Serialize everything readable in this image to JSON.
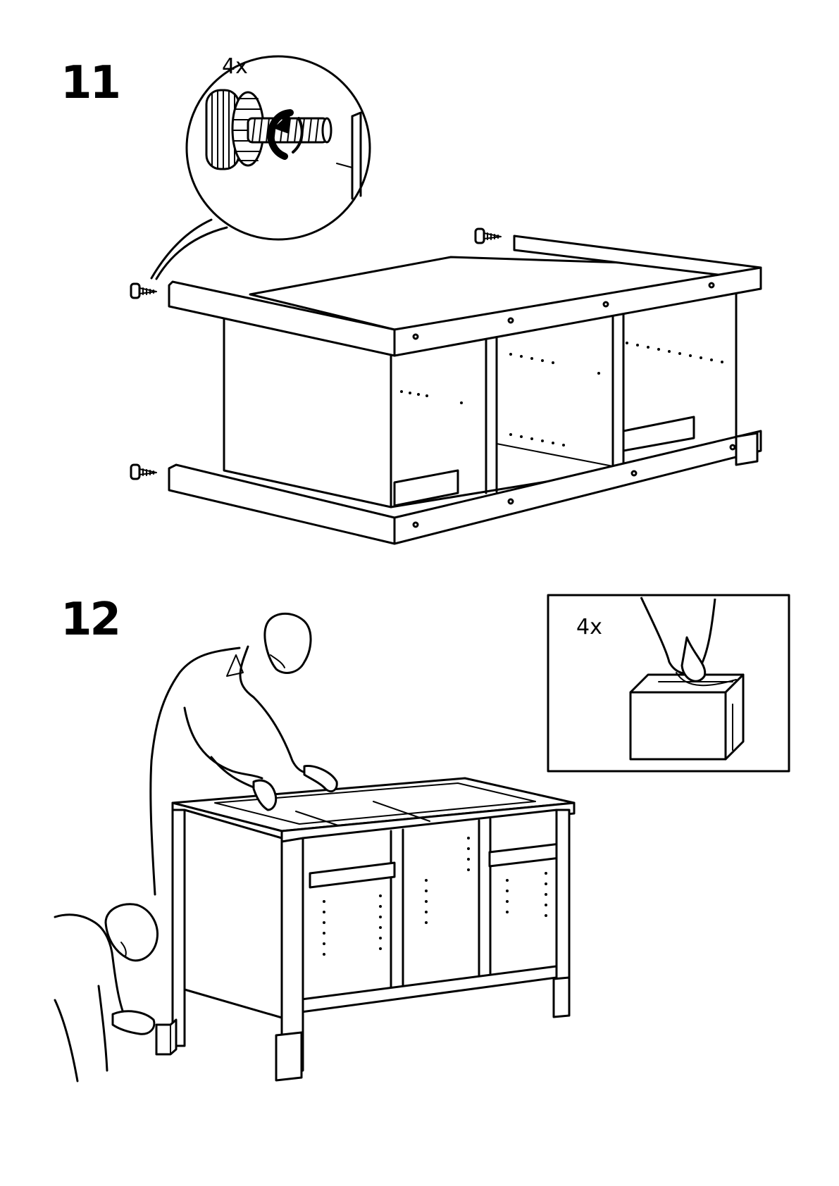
{
  "steps": [
    {
      "number": "11",
      "quantity": "4x",
      "icons": [
        "screw-foot-icon",
        "rotate-arrow-icon"
      ]
    },
    {
      "number": "12",
      "quantity": "4x",
      "icons": [
        "person-icon",
        "hand-icon",
        "square-foot-cap-icon"
      ]
    }
  ],
  "colors": {
    "ink": "#000000",
    "paper": "#ffffff"
  }
}
